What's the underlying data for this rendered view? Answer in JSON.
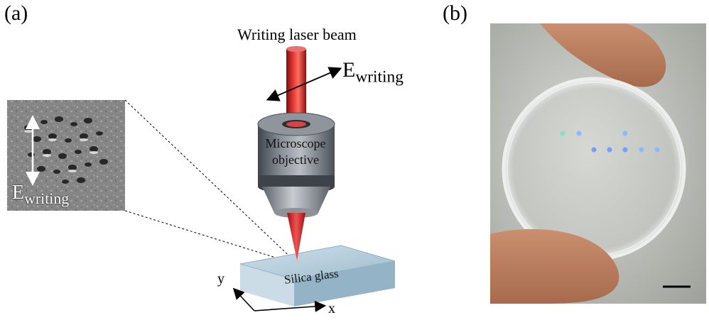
{
  "panels": {
    "a": "(a)",
    "b": "(b)"
  },
  "diagram": {
    "laser_title": "Writing laser beam",
    "e_field": {
      "symbol": "E",
      "subscript": "writing"
    },
    "objective_line1": "Microscope",
    "objective_line2": "objective",
    "sample": "Silica glass",
    "axis_x": "x",
    "axis_y": "y"
  },
  "inset": {
    "e_field": {
      "symbol": "E",
      "subscript": "writing"
    }
  },
  "colors": {
    "laser": "#c62828",
    "objective_body": "#6b7178",
    "glass": "#a9c4d6",
    "background": "#ffffff"
  }
}
